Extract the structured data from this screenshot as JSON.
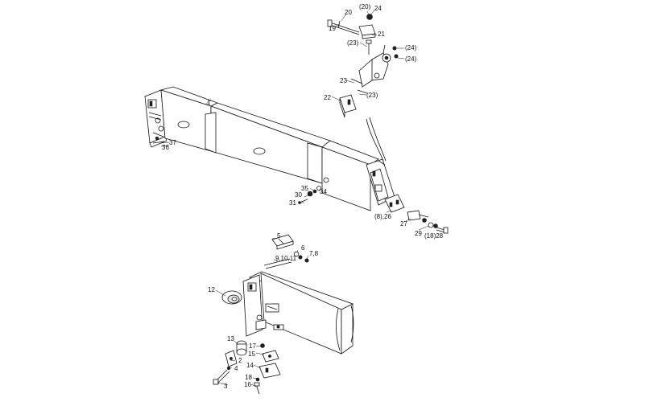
{
  "callouts": {
    "c1": "1",
    "c2": "2",
    "c3": "3",
    "c4": "4",
    "c5": "5",
    "c6": "6",
    "c7_8": "7,8",
    "c9_10_11": "9,10,11",
    "c12": "12",
    "c13": "13",
    "c14": "14",
    "c15": "15",
    "c16": "16",
    "c17": "17",
    "c18": "18",
    "c19": "19",
    "c20": "20",
    "c20p": "(20)",
    "c21": "21",
    "c22": "22",
    "c23": "23",
    "c23p_a": "(23)",
    "c23p_b": "(23)",
    "c24": "24",
    "c24p_a": "(24)",
    "c24p_b": "(24)",
    "c27": "27",
    "c29": "29",
    "c18p_28": "(18)28",
    "c8p_26": "(8),26",
    "c30": "30",
    "c31": "31",
    "c34": "34",
    "c35": "35",
    "c36": "36",
    "c37": "37"
  }
}
